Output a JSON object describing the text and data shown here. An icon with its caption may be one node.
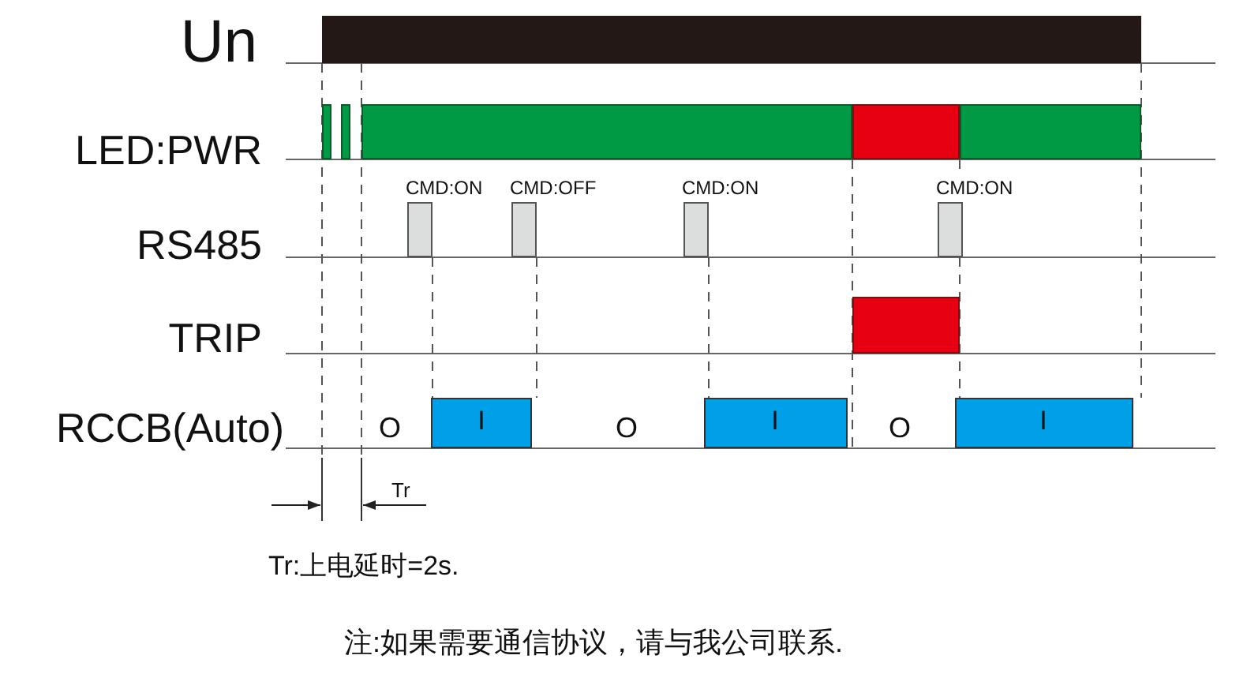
{
  "diagram": {
    "labels": [
      "Un",
      "LED:PWR",
      "CMD:ON",
      "CMD:OFF",
      "CMD:ON",
      "CMD:ON",
      "RS485",
      "TRIP",
      "RCCB(Auto)",
      "O",
      "I",
      "O",
      "I",
      "O",
      "I",
      "Tr",
      "Tr:上电延时=2s.",
      "注:如果需要通信协议，请与我公司联系."
    ]
  }
}
